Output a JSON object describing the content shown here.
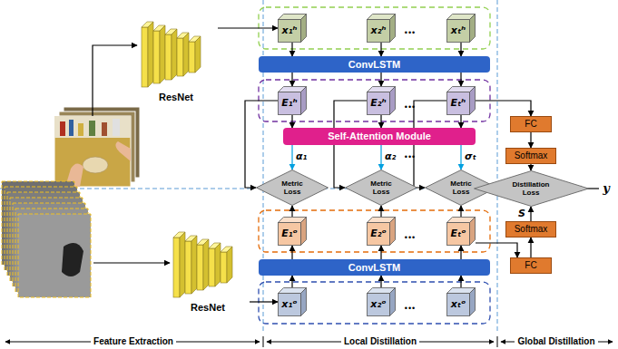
{
  "diagram": {
    "nodes": [
      {
        "text": [
          "ResNet"
        ]
      },
      {
        "text": [
          "x₁ʰ"
        ]
      },
      {
        "text": [
          "x₂ʰ"
        ]
      },
      {
        "text": [
          "xₜʰ"
        ]
      },
      {
        "text": [
          "ConvLSTM"
        ]
      },
      {
        "text": [
          "E₁ʰ"
        ]
      },
      {
        "text": [
          "E₂ʰ"
        ]
      },
      {
        "text": [
          "Eₜʰ"
        ]
      },
      {
        "text": [
          "Self-Attention Module"
        ]
      },
      {
        "text": [
          "Metric Loss"
        ]
      },
      {
        "text": [
          "Metric Loss"
        ]
      },
      {
        "text": [
          "Metric Loss"
        ]
      },
      {
        "text": [
          "FC"
        ]
      },
      {
        "text": [
          "Softmax"
        ]
      },
      {
        "text": [
          "Distillation Loss"
        ]
      },
      {
        "text": [
          "Softmax"
        ]
      },
      {
        "text": [
          "FC"
        ]
      },
      {
        "text": [
          "E₁ᵒ"
        ]
      },
      {
        "text": [
          "E₂ᵒ"
        ]
      },
      {
        "text": [
          "Eₜᵒ"
        ]
      },
      {
        "text": [
          "ConvLSTM"
        ]
      },
      {
        "text": [
          "x₁ᵒ"
        ]
      },
      {
        "text": [
          "x₂ᵒ"
        ]
      },
      {
        "text": [
          "xₜᵒ"
        ]
      },
      {
        "text": [
          "ResNet"
        ]
      }
    ],
    "edges": [
      {
        "from": 0,
        "to": 1,
        "arrow": "to"
      },
      {
        "from": 1,
        "to": 4,
        "arrow": "to"
      },
      {
        "from": 2,
        "to": 4,
        "arrow": "to"
      },
      {
        "from": 3,
        "to": 4,
        "arrow": "to"
      },
      {
        "from": 4,
        "to": 5,
        "arrow": "to"
      },
      {
        "from": 4,
        "to": 6,
        "arrow": "to"
      },
      {
        "from": 4,
        "to": 7,
        "arrow": "to"
      },
      {
        "from": 5,
        "to": 8,
        "arrow": "to"
      },
      {
        "from": 6,
        "to": 8,
        "arrow": "to"
      },
      {
        "from": 7,
        "to": 8,
        "arrow": "to"
      },
      {
        "from": 8,
        "to": 9,
        "label": "α₁",
        "arrow": "to"
      },
      {
        "from": 8,
        "to": 10,
        "label": "α₂",
        "arrow": "to"
      },
      {
        "from": 8,
        "to": 11,
        "label": "σₜ",
        "arrow": "to"
      },
      {
        "from": 5,
        "to": 9,
        "arrow": "to"
      },
      {
        "from": 6,
        "to": 10,
        "arrow": "to"
      },
      {
        "from": 7,
        "to": 11,
        "arrow": "to"
      },
      {
        "from": 17,
        "to": 9,
        "arrow": "to"
      },
      {
        "from": 18,
        "to": 10,
        "arrow": "to"
      },
      {
        "from": 19,
        "to": 11,
        "arrow": "to"
      },
      {
        "from": 20,
        "to": 17,
        "arrow": "to"
      },
      {
        "from": 20,
        "to": 18,
        "arrow": "to"
      },
      {
        "from": 20,
        "to": 19,
        "arrow": "to"
      },
      {
        "from": 21,
        "to": 20,
        "arrow": "to"
      },
      {
        "from": 22,
        "to": 20,
        "arrow": "to"
      },
      {
        "from": 23,
        "to": 20,
        "arrow": "to"
      },
      {
        "from": 24,
        "to": 21,
        "arrow": "to"
      },
      {
        "from": 7,
        "to": 12,
        "arrow": "to"
      },
      {
        "from": 12,
        "to": 13,
        "arrow": "to"
      },
      {
        "from": 13,
        "to": 14,
        "arrow": "to"
      },
      {
        "from": 19,
        "to": 16,
        "arrow": "to"
      },
      {
        "from": 16,
        "to": 15,
        "arrow": "to"
      },
      {
        "from": 15,
        "to": 14,
        "label": "S",
        "arrow": "to"
      }
    ],
    "labels": [
      "•••",
      "•••",
      "•••",
      "•••",
      "•••",
      "y",
      "Feature Extraction",
      "Local Distillation",
      "Global Distillation"
    ]
  }
}
